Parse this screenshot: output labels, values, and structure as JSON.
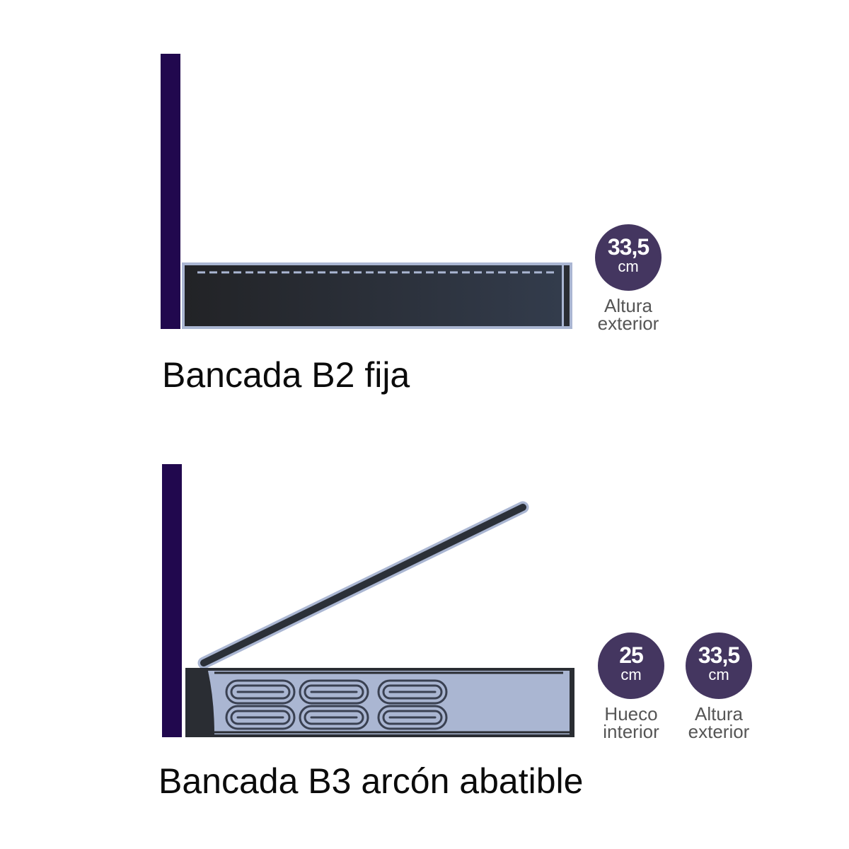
{
  "sections": [
    {
      "title": "Bancada B2 fija",
      "badges": [
        {
          "value": "33,5",
          "unit": "cm",
          "caption_line1": "Altura",
          "caption_line2": "exterior"
        }
      ]
    },
    {
      "title": "Bancada B3 arcón abatible",
      "badges": [
        {
          "value": "25",
          "unit": "cm",
          "caption_line1": "Hueco",
          "caption_line2": "interior"
        },
        {
          "value": "33,5",
          "unit": "cm",
          "caption_line1": "Altura",
          "caption_line2": "exterior"
        }
      ]
    }
  ],
  "colors": {
    "headboard": "#21084e",
    "base_dark": "#2a2d33",
    "base_outline": "#aab6d2",
    "storage_fill": "#aab6d2",
    "badge": "#443660",
    "caption_text": "#555555",
    "title_text": "#0b0b0b"
  },
  "icons": [
    "headboard-icon",
    "bed-base-icon",
    "storage-coil-icon",
    "lid-icon"
  ]
}
